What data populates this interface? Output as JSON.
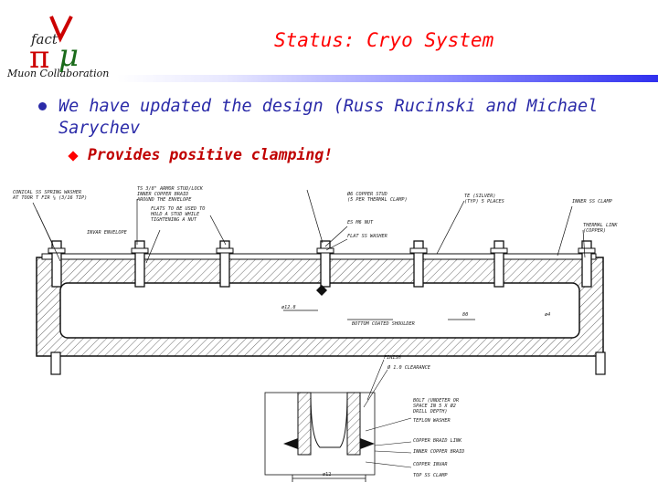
{
  "header": {
    "title": "Status: Cryo System",
    "logo": {
      "wordmark": "fact",
      "caption": "Muon Collaboration"
    }
  },
  "bullets": [
    {
      "text": "We have updated the design (Russ Rucinski and Michael Sarychev",
      "sub": [
        "Provides positive clamping!"
      ]
    }
  ],
  "colors": {
    "title": "#ff0000",
    "bullet_text": "#2a2aa8",
    "sub_text": "#c00000",
    "rule_start": "#ffffff",
    "rule_end": "#3030ee"
  }
}
